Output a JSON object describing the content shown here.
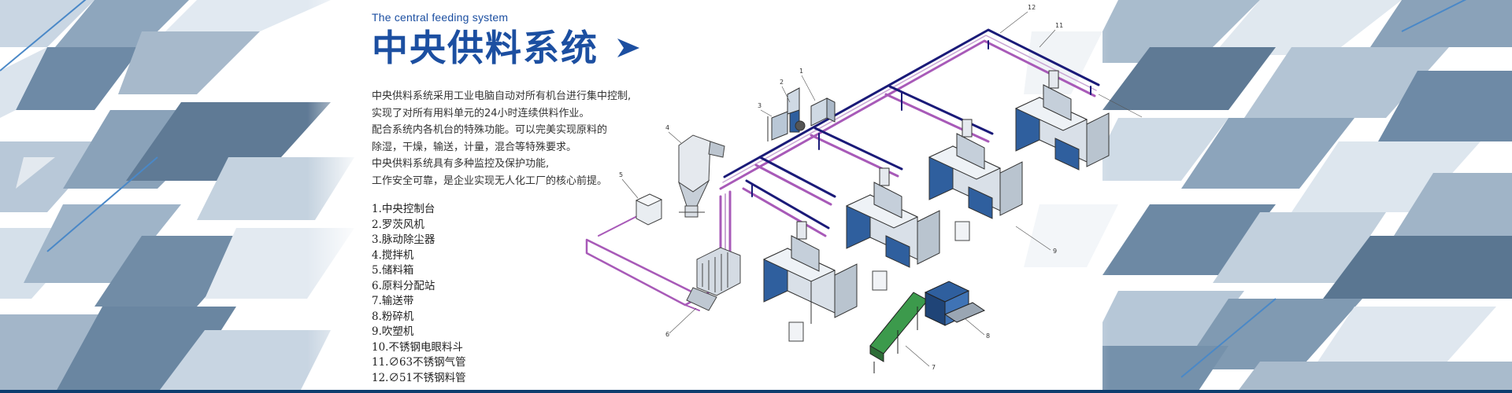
{
  "banner": {
    "subtitle_en": "The central feeding system",
    "title_cn": "中央供料系统",
    "description": [
      "中央供料系统采用工业电脑自动对所有机台进行集中控制,",
      "实现了对所有用料单元的24小时连续供料作业。",
      "配合系统内各机台的特殊功能。可以完美实现原料的",
      "除湿，干燥，输送，计量，混合等特殊要求。",
      "中央供料系统具有多种监控及保护功能,",
      "工作安全可靠，是企业实现无人化工厂的核心前提。"
    ],
    "legend": [
      "1.中央控制台",
      "2.罗茨风机",
      "3.脉动除尘器",
      "4.搅拌机",
      "5.储料箱",
      "6.原料分配站",
      "7.输送带",
      "8.粉碎机",
      "9.吹塑机",
      "10.不锈钢电眼料斗",
      "11.∅63不锈钢气管",
      "12.∅51不锈钢料管"
    ],
    "diagram_callouts": [
      "1",
      "2",
      "3",
      "4",
      "5",
      "6",
      "7",
      "8",
      "9",
      "11",
      "12",
      "12"
    ]
  },
  "colors": {
    "brand_blue": "#1c4fa1",
    "pipe_navy": "#1a1a78",
    "pipe_violet": "#a85ab8",
    "machine_blue": "#2f5f9e",
    "bg_steel": "#9db3c8"
  }
}
